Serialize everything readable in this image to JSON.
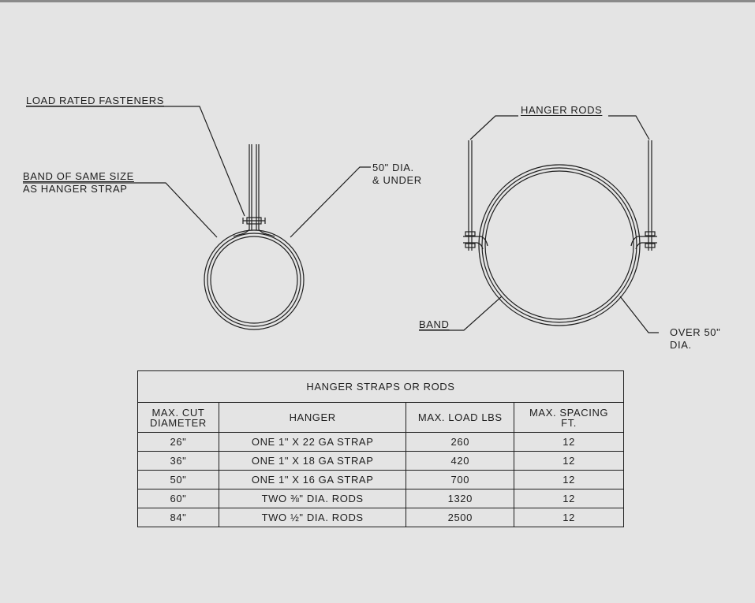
{
  "labels": {
    "load_rated_fasteners": "LOAD RATED FASTENERS",
    "band_line1": "BAND OF SAME SIZE",
    "band_line2": "AS HANGER STRAP",
    "dia50_line1": "50\" DIA.",
    "dia50_line2": "& UNDER",
    "hanger_rods": "HANGER RODS",
    "band": "BAND",
    "over50_line1": "OVER 50\"",
    "over50_line2": "DIA."
  },
  "table": {
    "title": "HANGER STRAPS OR RODS",
    "headers": {
      "cut_line1": "MAX. CUT",
      "cut_line2": "DIAMETER",
      "hanger": "HANGER",
      "load": "MAX. LOAD LBS",
      "spacing_line1": "MAX. SPACING",
      "spacing_line2": "FT."
    },
    "rows": [
      {
        "diameter": "26\"",
        "hanger": "ONE 1\" X 22 GA STRAP",
        "load": "260",
        "spacing": "12"
      },
      {
        "diameter": "36\"",
        "hanger": "ONE 1\" X 18 GA STRAP",
        "load": "420",
        "spacing": "12"
      },
      {
        "diameter": "50\"",
        "hanger": "ONE 1\" X 16 GA STRAP",
        "load": "700",
        "spacing": "12"
      },
      {
        "diameter": "60\"",
        "hanger": "TWO ⅜\" DIA. RODS",
        "load": "1320",
        "spacing": "12"
      },
      {
        "diameter": "84\"",
        "hanger": "TWO ½\" DIA. RODS",
        "load": "2500",
        "spacing": "12"
      }
    ]
  }
}
